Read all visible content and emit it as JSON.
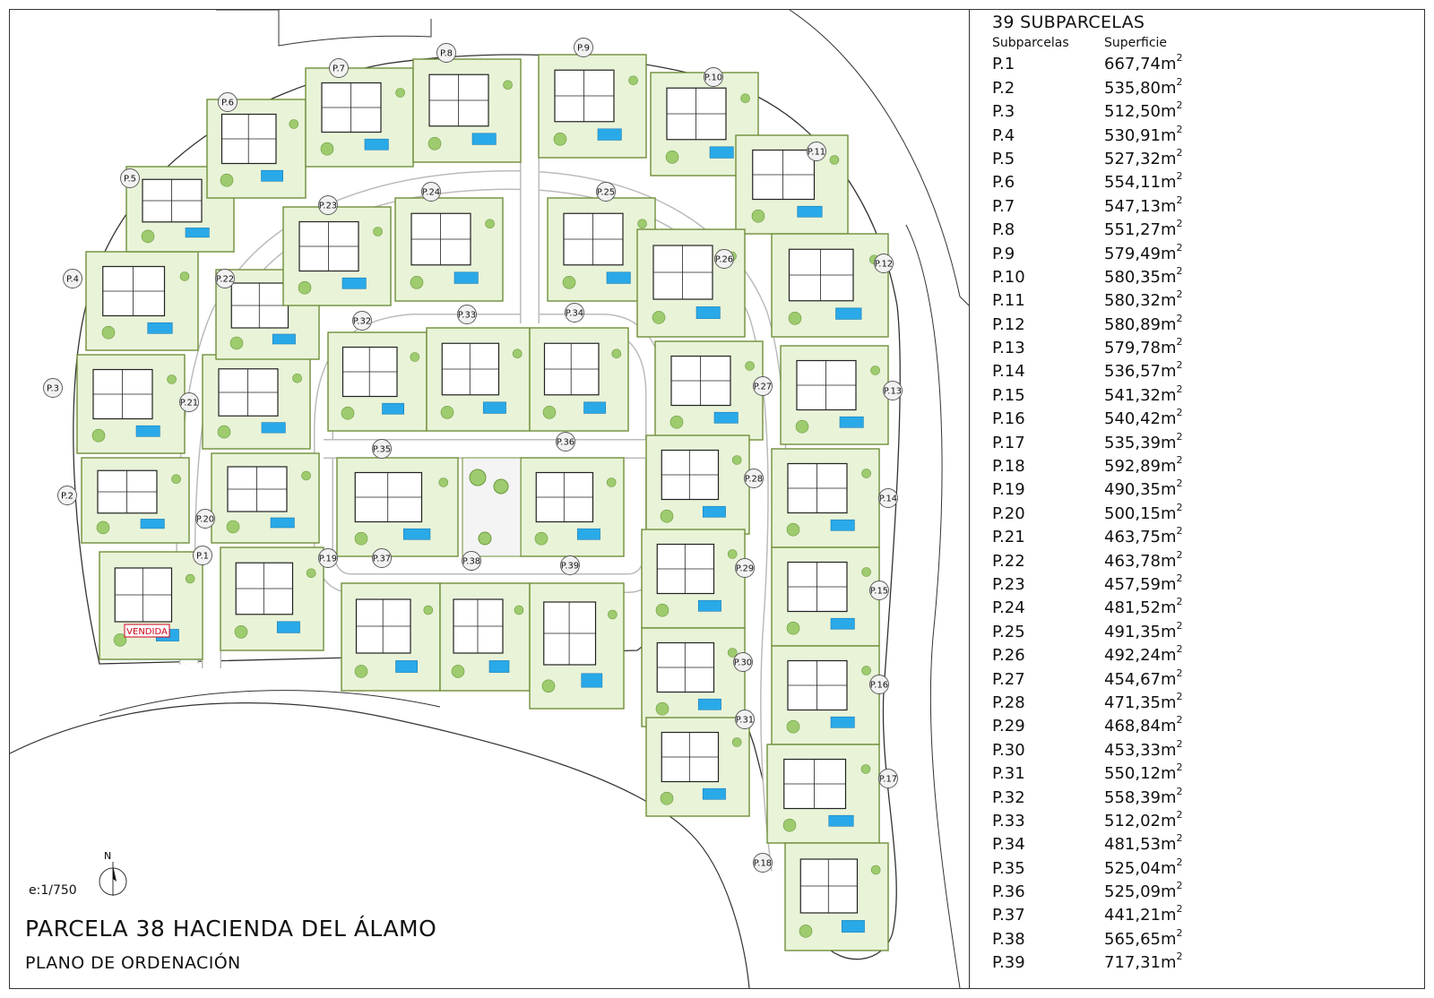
{
  "legend": {
    "title": "39 SUBPARCELAS",
    "col_id": "Subparcelas",
    "col_area": "Superficie",
    "unit": "m",
    "unit_exp": "2",
    "rows": [
      {
        "id": "P.1",
        "area": "667,74"
      },
      {
        "id": "P.2",
        "area": "535,80"
      },
      {
        "id": "P.3",
        "area": "512,50"
      },
      {
        "id": "P.4",
        "area": "530,91"
      },
      {
        "id": "P.5",
        "area": "527,32"
      },
      {
        "id": "P.6",
        "area": "554,11"
      },
      {
        "id": "P.7",
        "area": "547,13"
      },
      {
        "id": "P.8",
        "area": "551,27"
      },
      {
        "id": "P.9",
        "area": "579,49"
      },
      {
        "id": "P.10",
        "area": "580,35"
      },
      {
        "id": "P.11",
        "area": "580,32"
      },
      {
        "id": "P.12",
        "area": "580,89"
      },
      {
        "id": "P.13",
        "area": "579,78"
      },
      {
        "id": "P.14",
        "area": "536,57"
      },
      {
        "id": "P.15",
        "area": "541,32"
      },
      {
        "id": "P.16",
        "area": "540,42"
      },
      {
        "id": "P.17",
        "area": "535,39"
      },
      {
        "id": "P.18",
        "area": "592,89"
      },
      {
        "id": "P.19",
        "area": "490,35"
      },
      {
        "id": "P.20",
        "area": "500,15"
      },
      {
        "id": "P.21",
        "area": "463,75"
      },
      {
        "id": "P.22",
        "area": "463,78"
      },
      {
        "id": "P.23",
        "area": "457,59"
      },
      {
        "id": "P.24",
        "area": "481,52"
      },
      {
        "id": "P.25",
        "area": "491,35"
      },
      {
        "id": "P.26",
        "area": "492,24"
      },
      {
        "id": "P.27",
        "area": "454,67"
      },
      {
        "id": "P.28",
        "area": "471,35"
      },
      {
        "id": "P.29",
        "area": "468,84"
      },
      {
        "id": "P.30",
        "area": "453,33"
      },
      {
        "id": "P.31",
        "area": "550,12"
      },
      {
        "id": "P.32",
        "area": "558,39"
      },
      {
        "id": "P.33",
        "area": "512,02"
      },
      {
        "id": "P.34",
        "area": "481,53"
      },
      {
        "id": "P.35",
        "area": "525,04"
      },
      {
        "id": "P.36",
        "area": "525,09"
      },
      {
        "id": "P.37",
        "area": "441,21"
      },
      {
        "id": "P.38",
        "area": "565,65"
      },
      {
        "id": "P.39",
        "area": "717,31"
      }
    ]
  },
  "map": {
    "plot_labels": [
      "P.1",
      "P.2",
      "P.3",
      "P.4",
      "P.5",
      "P.6",
      "P.7",
      "P.8",
      "P.9",
      "P.10",
      "P.11",
      "P.12",
      "P.13",
      "P.14",
      "P.15",
      "P.16",
      "P.17",
      "P.18",
      "P.19",
      "P.20",
      "P.21",
      "P.22",
      "P.23",
      "P.24",
      "P.25",
      "P.26",
      "P.27",
      "P.28",
      "P.29",
      "P.30",
      "P.31",
      "P.32",
      "P.33",
      "P.34",
      "P.35",
      "P.36",
      "P.37",
      "P.38",
      "P.39"
    ],
    "sold_badge": "VENDIDA",
    "north_label": "N",
    "colors": {
      "pool": "#2aa9e8",
      "tree": "#9ecb6e",
      "hedge": "#6f8f3a",
      "lawn": "#e9f3d8",
      "road": "#ffffff",
      "sold": "#d0021b"
    }
  },
  "scale": "e:1/750",
  "title": "PARCELA 38 HACIENDA DEL ÁLAMO",
  "subtitle": "PLANO DE ORDENACIÓN"
}
